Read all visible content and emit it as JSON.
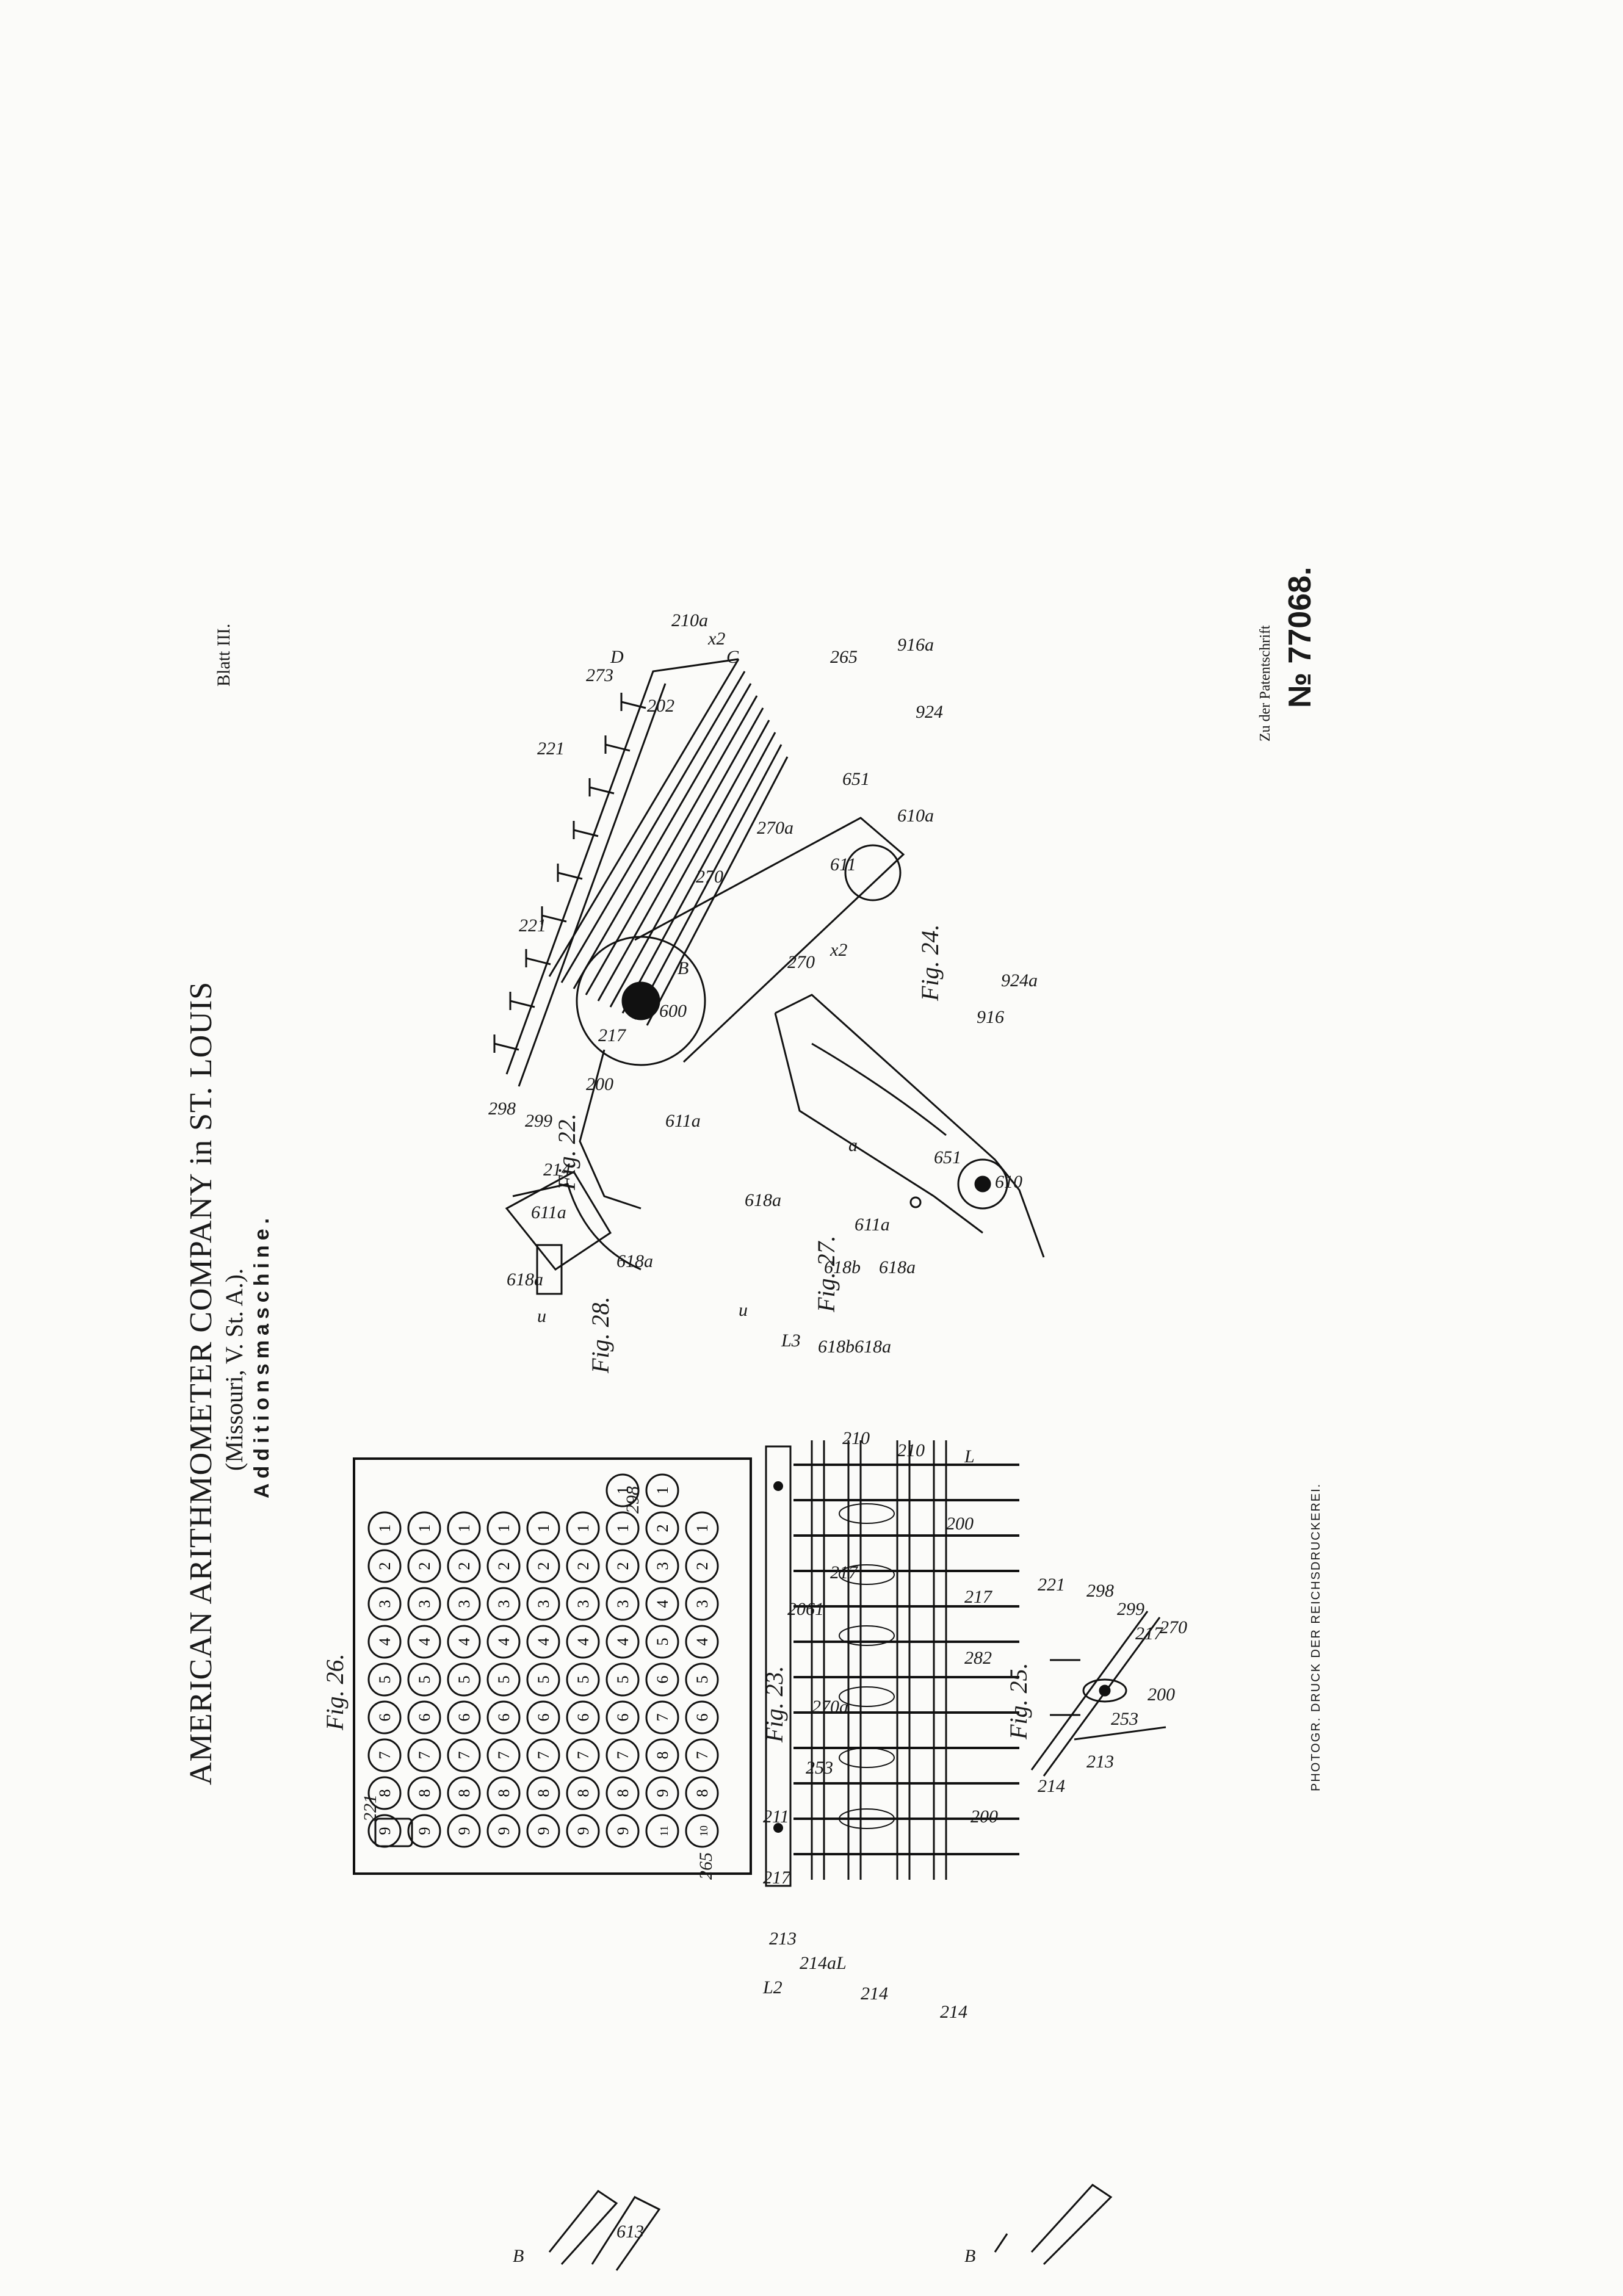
{
  "sheet": {
    "blatt": "Blatt III.",
    "patent_prefix": "Zu der Patentschrift",
    "patent_number": "№ 77068."
  },
  "header": {
    "company": "AMERICAN ARITHMOMETER COMPANY in ST. LOUIS",
    "location": "(Missouri, V. St. A.).",
    "title": "Additionsmaschine."
  },
  "footer": {
    "printer": "PHOTOGR. DRUCK DER REICHSDRUCKEREI."
  },
  "fig26": {
    "caption": "Fig. 26.",
    "labels": {
      "plate": "298",
      "key": "221",
      "corner_key": "265"
    },
    "columns": [
      [
        "9",
        "8",
        "7",
        "6",
        "5",
        "4",
        "3",
        "2",
        "1"
      ],
      [
        "9",
        "8",
        "7",
        "6",
        "5",
        "4",
        "3",
        "2",
        "1"
      ],
      [
        "9",
        "8",
        "7",
        "6",
        "5",
        "4",
        "3",
        "2",
        "1"
      ],
      [
        "9",
        "8",
        "7",
        "6",
        "5",
        "4",
        "3",
        "2",
        "1"
      ],
      [
        "9",
        "8",
        "7",
        "6",
        "5",
        "4",
        "3",
        "2",
        "1"
      ],
      [
        "9",
        "8",
        "7",
        "6",
        "5",
        "4",
        "3",
        "2",
        "1"
      ],
      [
        "9",
        "8",
        "7",
        "6",
        "5",
        "4",
        "3",
        "2",
        "1",
        "1"
      ],
      [
        "11",
        "9",
        "8",
        "7",
        "6",
        "5",
        "4",
        "3",
        "2",
        "1"
      ],
      [
        "10",
        "8",
        "7",
        "6",
        "5",
        "4",
        "3",
        "2",
        "1"
      ]
    ]
  },
  "fig23": {
    "caption": "Fig. 23.",
    "labels": [
      "210",
      "210",
      "200",
      "217",
      "217",
      "2061",
      "282",
      "270a",
      "253",
      "211",
      "200",
      "217",
      "213",
      "214a",
      "214",
      "214",
      "L2",
      "L",
      "L"
    ]
  },
  "fig25": {
    "caption": "Fig. 25.",
    "labels": [
      "221",
      "298",
      "299",
      "217",
      "270",
      "200",
      "253",
      "213",
      "214"
    ]
  },
  "fig22": {
    "caption": "Fig. 22.",
    "labels": [
      "298",
      "299",
      "214",
      "221",
      "221",
      "273",
      "D",
      "210a",
      "x2",
      "C",
      "265",
      "916a",
      "924",
      "610a",
      "611",
      "651",
      "270a",
      "270",
      "217",
      "200",
      "B",
      "600",
      "611a",
      "618a",
      "u",
      "L3",
      "202"
    ]
  },
  "fig24": {
    "caption": "Fig. 24.",
    "labels": [
      "270",
      "x2",
      "916",
      "924a",
      "a",
      "651",
      "610"
    ]
  },
  "fig27": {
    "caption": "Fig. 27.",
    "labels": [
      "611a",
      "618b",
      "618a",
      "618b",
      "618a"
    ]
  },
  "fig28": {
    "caption": "Fig. 28.",
    "labels": [
      "618a",
      "611a",
      "618a",
      "u"
    ]
  },
  "edge": {
    "labels": [
      "B",
      "613",
      "B"
    ]
  }
}
